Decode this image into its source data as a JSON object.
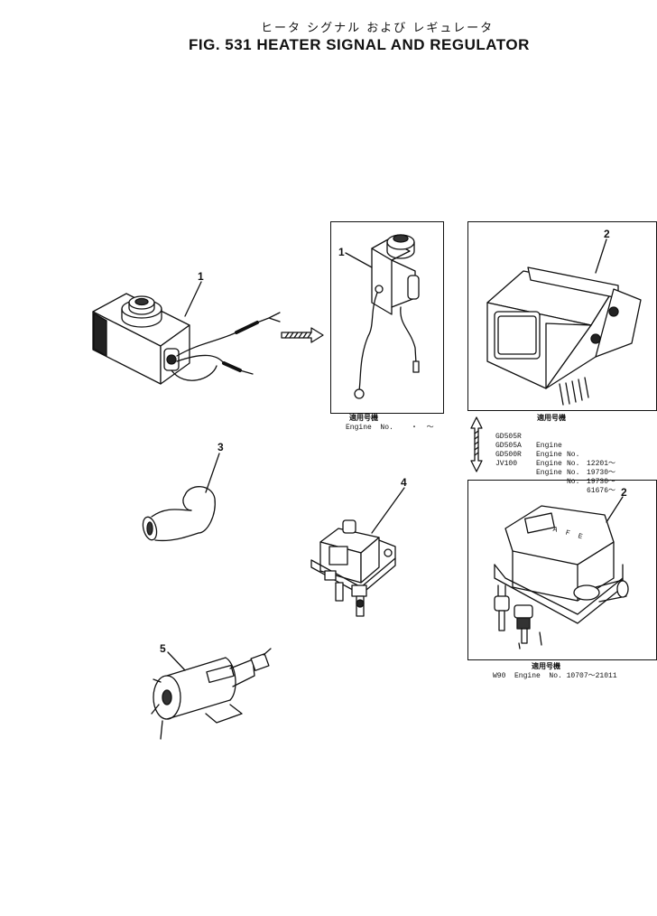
{
  "header": {
    "subtitle_jp": "ヒータ シグナル および レギュレータ",
    "title": "FIG. 531  HEATER SIGNAL AND REGULATOR"
  },
  "callouts": {
    "part1": "1",
    "part1_inset": "1",
    "part2_top": "2",
    "part2_bottom": "2",
    "part3": "3",
    "part4": "4",
    "part5": "5"
  },
  "inset_heater": {
    "applicable_label": "適用号機",
    "engine_line": "Engine  No.    ・  ～"
  },
  "inset_regulator_top": {
    "applicable_label": "適用号機",
    "rows": [
      {
        "model": "GD505R",
        "engine": "Engine",
        "no": "No.",
        "serial": "12201～"
      },
      {
        "model": "GD505A",
        "engine": "Engine",
        "no": "No.",
        "serial": "19730～"
      },
      {
        "model": "GD500R",
        "engine": "Engine",
        "no": "No.",
        "serial": "19730～"
      },
      {
        "model": "JV100",
        "engine": "Engine",
        "no": "No.",
        "serial": "61676～"
      }
    ]
  },
  "inset_regulator_bottom": {
    "applicable_label": "適用号機",
    "engine_line": "W90  Engine  No. 10707～21011",
    "panel_text": "A  F  E"
  }
}
